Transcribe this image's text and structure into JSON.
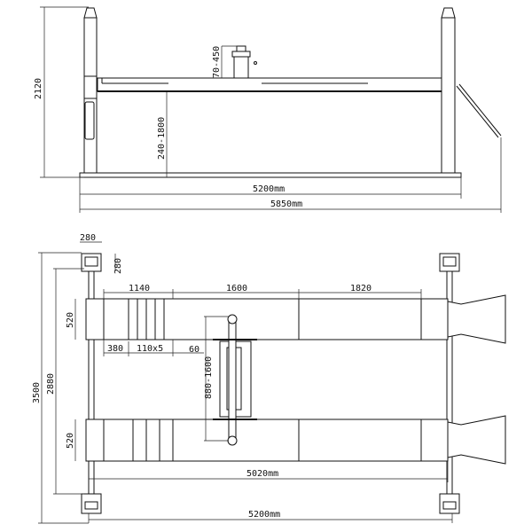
{
  "side_view": {
    "height_total": "2120",
    "lift_height": "240-1800",
    "jack_height": "70-450",
    "post_span": "5200mm",
    "overall_length": "5850mm"
  },
  "plan_view": {
    "post_width": "280",
    "post_depth": "280",
    "overall_width": "3500",
    "post_span_width": "2880",
    "runway_width_top": "520",
    "runway_width_bottom": "520",
    "segment_1": "1140",
    "segment_2": "1600",
    "segment_3": "1820",
    "offset_380": "380",
    "slots": "110x5",
    "gap": "60",
    "jack_range": "880-1600",
    "runway_length": "5020mm",
    "post_span_length": "5200mm"
  }
}
